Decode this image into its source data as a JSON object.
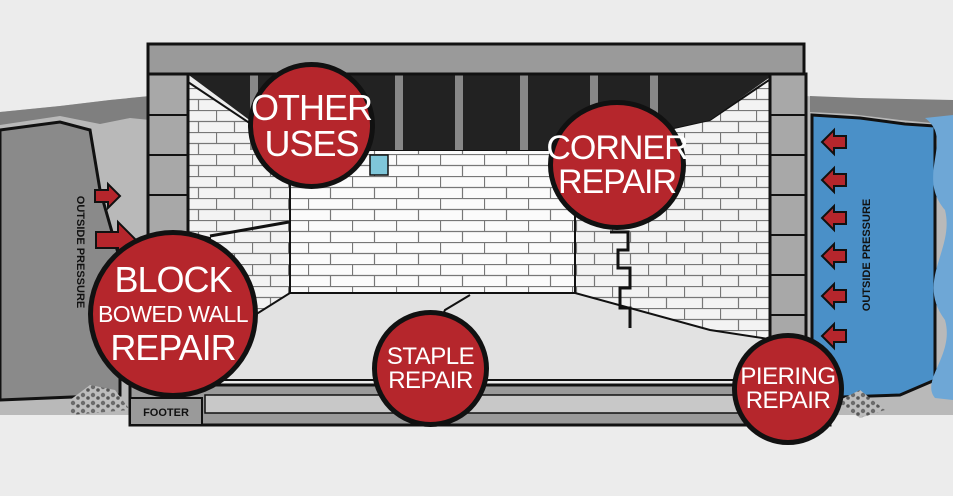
{
  "labels": {
    "outside_left": "OUTSIDE PRESSURE",
    "outside_right": "OUTSIDE PRESSURE",
    "footer": "FOOTER"
  },
  "hotspots": {
    "other_uses": {
      "line1": "OTHER",
      "line2": "USES"
    },
    "corner_repair": {
      "line1": "CORNER",
      "line2": "REPAIR"
    },
    "block": {
      "line1": "BLOCK",
      "line2": "BOWED WALL",
      "line3": "REPAIR"
    },
    "staple_repair": {
      "line1": "STAPLE",
      "line2": "REPAIR"
    },
    "piering_repair": {
      "line1": "PIERING",
      "line2": "REPAIR"
    }
  },
  "colors": {
    "hotspot": "#b5262c",
    "water": "#4a90c8",
    "soil": "#8a8a8a",
    "outline": "#111111"
  }
}
